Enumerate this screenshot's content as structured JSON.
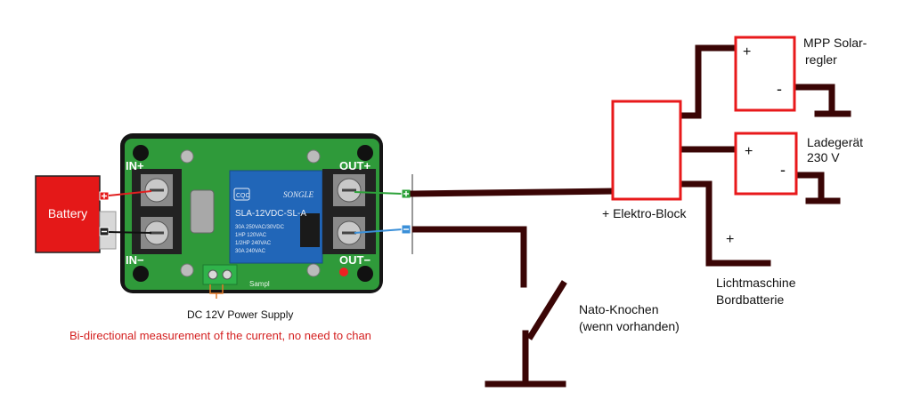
{
  "board": {
    "in_plus": "IN+",
    "in_minus": "IN−",
    "out_plus": "OUT+",
    "out_minus": "OUT−",
    "relay_brand": "SONGLE",
    "relay_model": "SLA-12VDC-SL-A",
    "relay_ratings": [
      "30A 250VAC/30VDC",
      "1HP 120VAC",
      "1/2HP 240VAC",
      "30A 240VAC"
    ],
    "cqc": "CQC",
    "sample": "Sampl"
  },
  "battery_label": "Battery",
  "supply_label": "DC 12V Power Supply",
  "caption": "Bi-directional measurement of the current, no need to chan",
  "elektro_block": "+ Elektro-Block",
  "mpp": {
    "line1": "MPP Solar-",
    "line2": "regler",
    "plus": "+",
    "minus": "-"
  },
  "ladegeraet": {
    "line1": "Ladegerät",
    "line2": "230 V",
    "plus": "+",
    "minus": "-"
  },
  "lichtmaschine": {
    "plus": "+",
    "line1": "Lichtmaschine",
    "line2": "Bordbatterie"
  },
  "nato": {
    "line1": "Nato-Knochen",
    "line2": "(wenn vorhanden)"
  },
  "colors": {
    "wire": "#3a0505",
    "box_red": "#e8191b",
    "pcb": "#2f9a3a",
    "relay": "#2166b8",
    "battery": "#e41818"
  }
}
